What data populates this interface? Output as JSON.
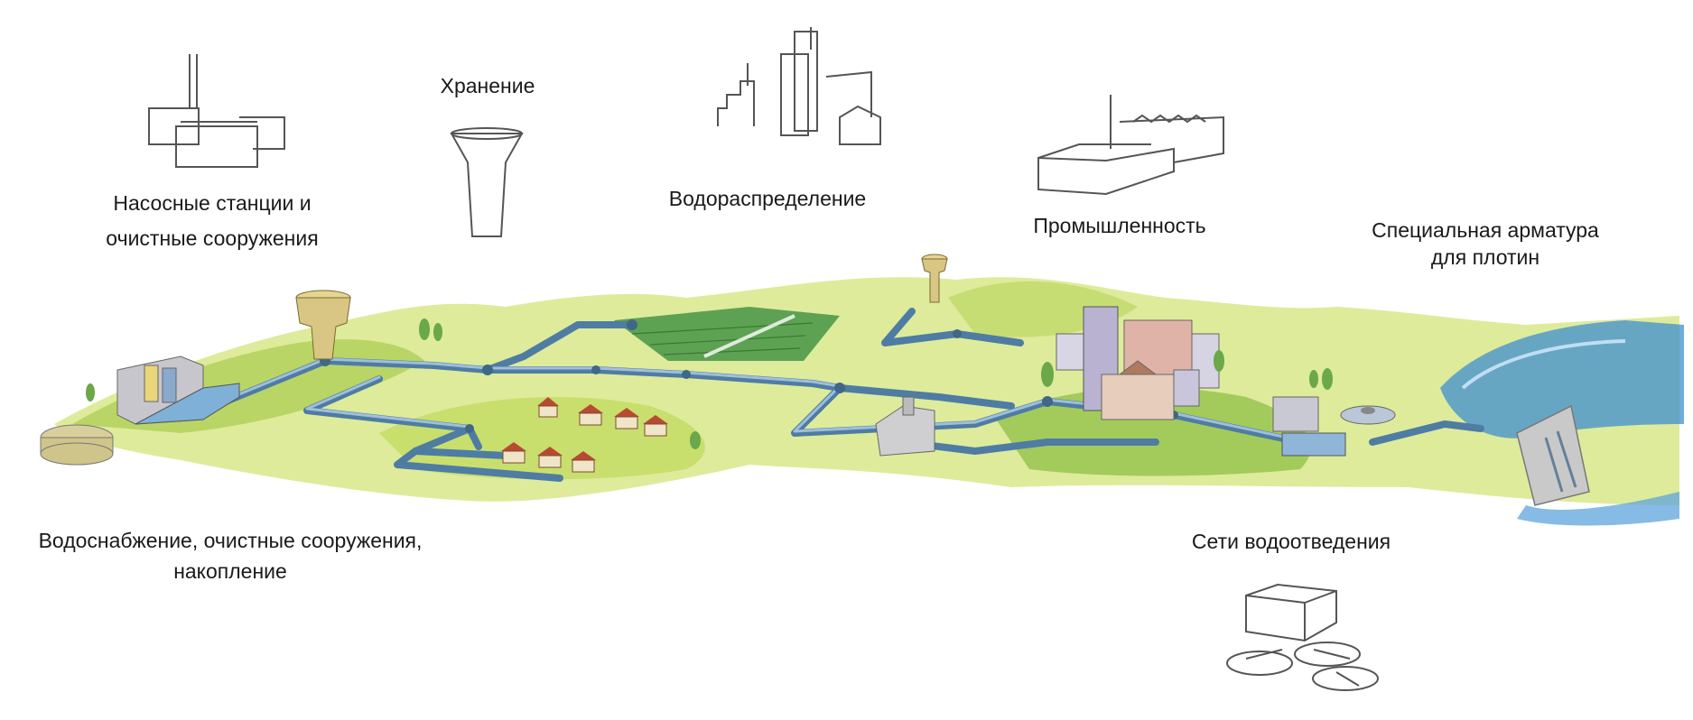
{
  "labels": {
    "pumping_1": "Насосные станции и",
    "pumping_2": "очистные сооружения",
    "storage": "Хранение",
    "distribution": "Водораспределение",
    "industry": "Промышленность",
    "dam_1": "Специальная арматура",
    "dam_2": "для плотин",
    "supply_1": "Водоснабжение, очистные сооружения,",
    "supply_2": "накопление",
    "sewer": "Сети водоотведения"
  },
  "colors": {
    "pipe": "#5b87ad",
    "pipe_light": "#9fc0dc",
    "grass": "#b8d66a",
    "grass_light": "#e3ef9e",
    "field": "#4f9a4a",
    "water": "#3f8fd0",
    "tower": "#d9c684",
    "roof": "#b84a32",
    "sketch": "#555555"
  },
  "icons": [
    "pumping-station-sketch",
    "water-tower-sketch",
    "city-sketch",
    "factory-sketch",
    "treatment-plant-sketch"
  ]
}
